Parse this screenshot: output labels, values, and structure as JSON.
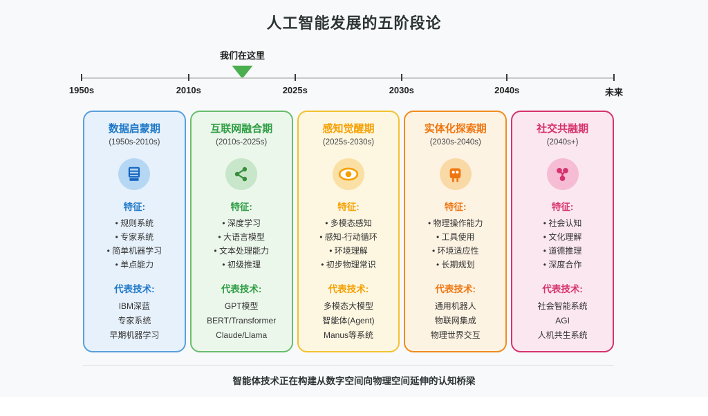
{
  "page": {
    "title": "人工智能发展的五阶段论",
    "footer": "智能体技术正在构建从数字空间向物理空间延伸的认知桥梁",
    "background_color": "#f8f9fa"
  },
  "timeline": {
    "marker_label": "我们在这里",
    "marker_color": "#4bae4f",
    "ticks": [
      "1950s",
      "2010s",
      "2025s",
      "2030s",
      "2040s",
      "未来"
    ]
  },
  "labels": {
    "features": "特征:",
    "tech": "代表技术:"
  },
  "stages": [
    {
      "title": "数据启蒙期",
      "period": "(1950s-2010s)",
      "icon": "server-icon",
      "features": [
        "规则系统",
        "专家系统",
        "简单机器学习",
        "单点能力"
      ],
      "technologies": [
        "IBM深蓝",
        "专家系统",
        "早期机器学习"
      ],
      "colors": {
        "accent": "#1e78c8",
        "border": "#58a0dc",
        "background": "#e7f1fb",
        "icon_bg": "#b5d7f3",
        "icon": "#1565c0"
      }
    },
    {
      "title": "互联网融合期",
      "period": "(2010s-2025s)",
      "icon": "share-icon",
      "features": [
        "深度学习",
        "大语言模型",
        "文本处理能力",
        "初级推理"
      ],
      "technologies": [
        "GPT模型",
        "BERT/Transformer",
        "Claude/Llama"
      ],
      "colors": {
        "accent": "#2f9e44",
        "border": "#69bd6d",
        "background": "#ecf7ec",
        "icon_bg": "#c8e6c9",
        "icon": "#388e3c"
      }
    },
    {
      "title": "感知觉醒期",
      "period": "(2025s-2030s)",
      "icon": "eye-icon",
      "features": [
        "多模态感知",
        "感知-行动循环",
        "环境理解",
        "初步物理常识"
      ],
      "technologies": [
        "多模态大模型",
        "智能体(Agent)",
        "Manus等系统"
      ],
      "colors": {
        "accent": "#f59f00",
        "border": "#f2c230",
        "background": "#fdf7e1",
        "icon_bg": "#fae0a4",
        "icon": "#f59f00"
      }
    },
    {
      "title": "实体化探索期",
      "period": "(2030s-2040s)",
      "icon": "robot-icon",
      "features": [
        "物理操作能力",
        "工具使用",
        "环境适应性",
        "长期规划"
      ],
      "technologies": [
        "通用机器人",
        "物联网集成",
        "物理世界交互"
      ],
      "colors": {
        "accent": "#ee7611",
        "border": "#f08c1e",
        "background": "#fdf3e3",
        "icon_bg": "#f9d9a6",
        "icon": "#ee7611"
      }
    },
    {
      "title": "社交共融期",
      "period": "(2040s+)",
      "icon": "social-network-icon",
      "features": [
        "社会认知",
        "文化理解",
        "道德推理",
        "深度合作"
      ],
      "technologies": [
        "社会智能系统",
        "AGI",
        "人机共生系统"
      ],
      "colors": {
        "accent": "#d6336c",
        "border": "#d6336c",
        "background": "#fbe7f0",
        "icon_bg": "#f5bcd4",
        "icon": "#d6336c"
      }
    }
  ]
}
